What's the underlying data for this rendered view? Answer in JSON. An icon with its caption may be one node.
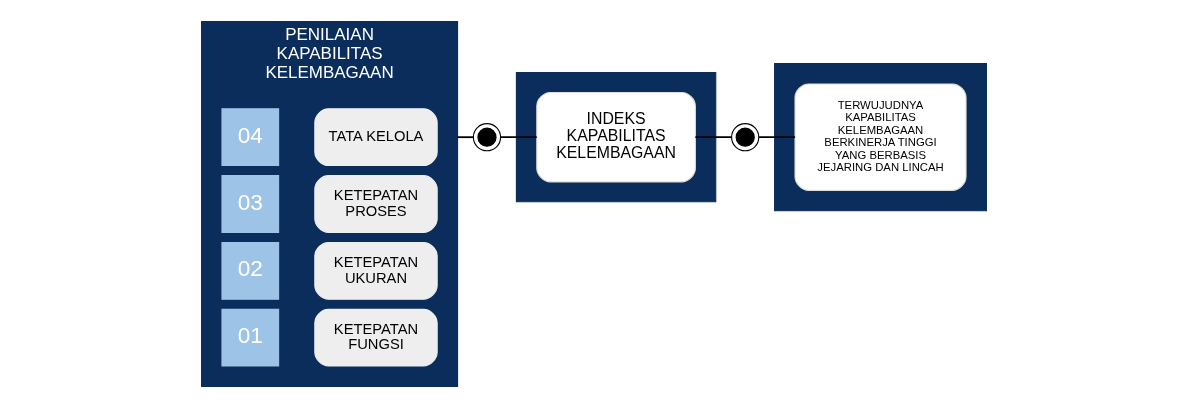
{
  "diagram": {
    "nodes": [
      {
        "text": [
          "PENILAIAN KAPABILITAS KELEMBAGAAN"
        ]
      },
      {
        "text": [
          "01"
        ],
        "in": 0
      },
      {
        "text": [
          "KETEPATAN FUNGSI"
        ],
        "in": 0
      },
      {
        "text": [
          "02"
        ],
        "in": 0
      },
      {
        "text": [
          "KETEPATAN UKURAN"
        ],
        "in": 0
      },
      {
        "text": [
          "03"
        ],
        "in": 0
      },
      {
        "text": [
          "KETEPATAN PROSES"
        ],
        "in": 0
      },
      {
        "text": [
          "04"
        ],
        "in": 0
      },
      {
        "text": [
          "TATA KELOLA"
        ],
        "in": 0
      },
      {
        "text": [],
        "shape": "circle"
      },
      {
        "text": [],
        "shape": "chevron"
      },
      {
        "text": [
          "INDEKS KAPABILITAS KELEMBAGAAN"
        ],
        "in": 10
      },
      {
        "text": [],
        "shape": "circle"
      },
      {
        "text": [],
        "shape": "chevron"
      },
      {
        "text": [
          "TERWUJUDNYA KAPABILITAS KELEMBAGAAN BERKINERJA TINGGI YANG BERBASIS JEJARING DAN LINCAH"
        ],
        "in": 13
      }
    ],
    "edges": [
      {
        "from": 0,
        "to": 9,
        "arrow": "none"
      },
      {
        "from": 9,
        "to": 11,
        "arrow": "none"
      },
      {
        "from": 11,
        "to": 12,
        "arrow": "none"
      },
      {
        "from": 12,
        "to": 14,
        "arrow": "none"
      }
    ]
  }
}
